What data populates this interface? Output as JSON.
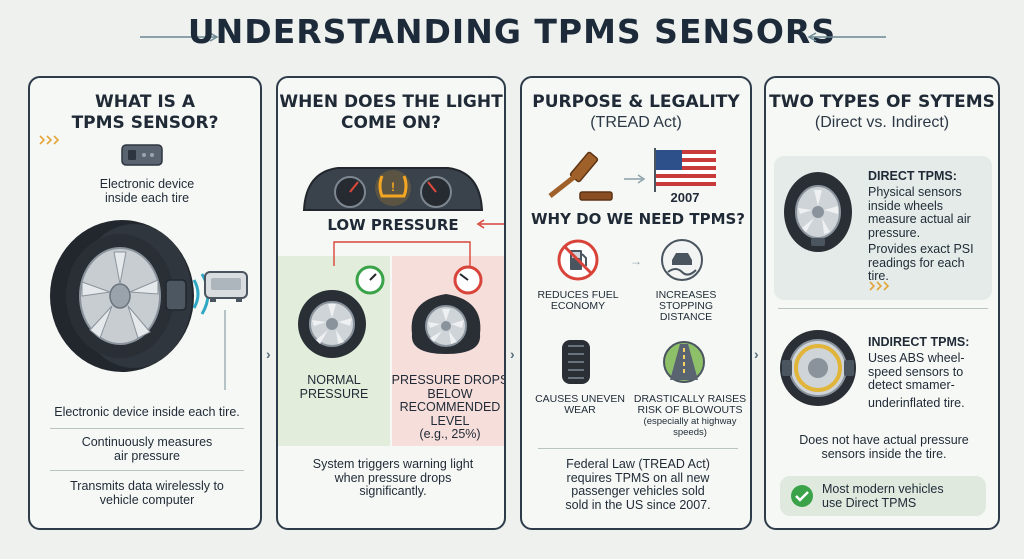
{
  "title": "UNDERSTANDING TPMS SENSORS",
  "panel1": {
    "title_line1": "WHAT IS A",
    "title_line2": "TPMS SENSOR?",
    "sensor_caption_line1": "Electronic device",
    "sensor_caption_line2": "inside each tire",
    "point1": "Electronic device inside each tire.",
    "point2_line1": "Continuously measures",
    "point2_line2": "air pressure",
    "point3_line1": "Transmits data wirelessly to",
    "point3_line2": "vehicle computer"
  },
  "panel2": {
    "title_line1": "WHEN DOES THE LIGHT",
    "title_line2": "COME ON?",
    "low_pressure": "LOW PRESSURE",
    "normal_line1": "NORMAL",
    "normal_line2": "PRESSURE",
    "drop_line1": "PRESSURE DROPS",
    "drop_line2": "BELOW",
    "drop_line3": "RECOMMENDED LEVEL",
    "drop_line4": "(e.g., 25%)",
    "footer_line1": "System triggers warning light",
    "footer_line2": "when pressure drops",
    "footer_line3": "significantly."
  },
  "panel3": {
    "title": "PURPOSE & LEGALITY",
    "subtitle": "(TREAD Act)",
    "year": "2007",
    "why": "WHY DO WE NEED TPMS?",
    "fuel_line1": "REDUCES FUEL",
    "fuel_line2": "ECONOMY",
    "stop_line1": "INCREASES",
    "stop_line2": "STOPPING",
    "stop_line3": "DISTANCE",
    "wear_line1": "CAUSES UNEVEN",
    "wear_line2": "WEAR",
    "blow_line1": "DRASTICALLY RAISES",
    "blow_line2": "RISK OF BLOWOUTS",
    "blow_line3": "(especially at highway",
    "blow_line4": "speeds)",
    "law_line1": "Federal Law (TREAD Act)",
    "law_line2": "requires TPMS on all new",
    "law_line3": "passenger vehicles sold",
    "law_line4": "sold in the US since 2007."
  },
  "panel4": {
    "title": "TWO TYPES OF SYTEMS",
    "subtitle": "(Direct vs. Indirect)",
    "direct_title": "DIRECT TPMS:",
    "direct_l1": "Physical sensors",
    "direct_l2": "inside wheels",
    "direct_l3": "measure actual air",
    "direct_l4": "pressure.",
    "direct_l5": "Provides exact PSI",
    "direct_l6": "readings for each",
    "direct_l7": "tire.",
    "indirect_title": "INDIRECT TPMS:",
    "indirect_l1": "Uses ABS wheel-",
    "indirect_l2": "speed sensors to",
    "indirect_l3": "detect smamer-",
    "indirect_l4": "underinflated tire.",
    "note_line1": "Does not have actual pressure",
    "note_line2": "sensors inside the tire.",
    "callout_line1": "Most modern vehicles",
    "callout_line2": "use Direct TPMS"
  },
  "colors": {
    "navy": "#1d2a3a",
    "accent_red": "#d9443a",
    "accent_green": "#3aa34a",
    "warning_amber": "#f5a623"
  }
}
